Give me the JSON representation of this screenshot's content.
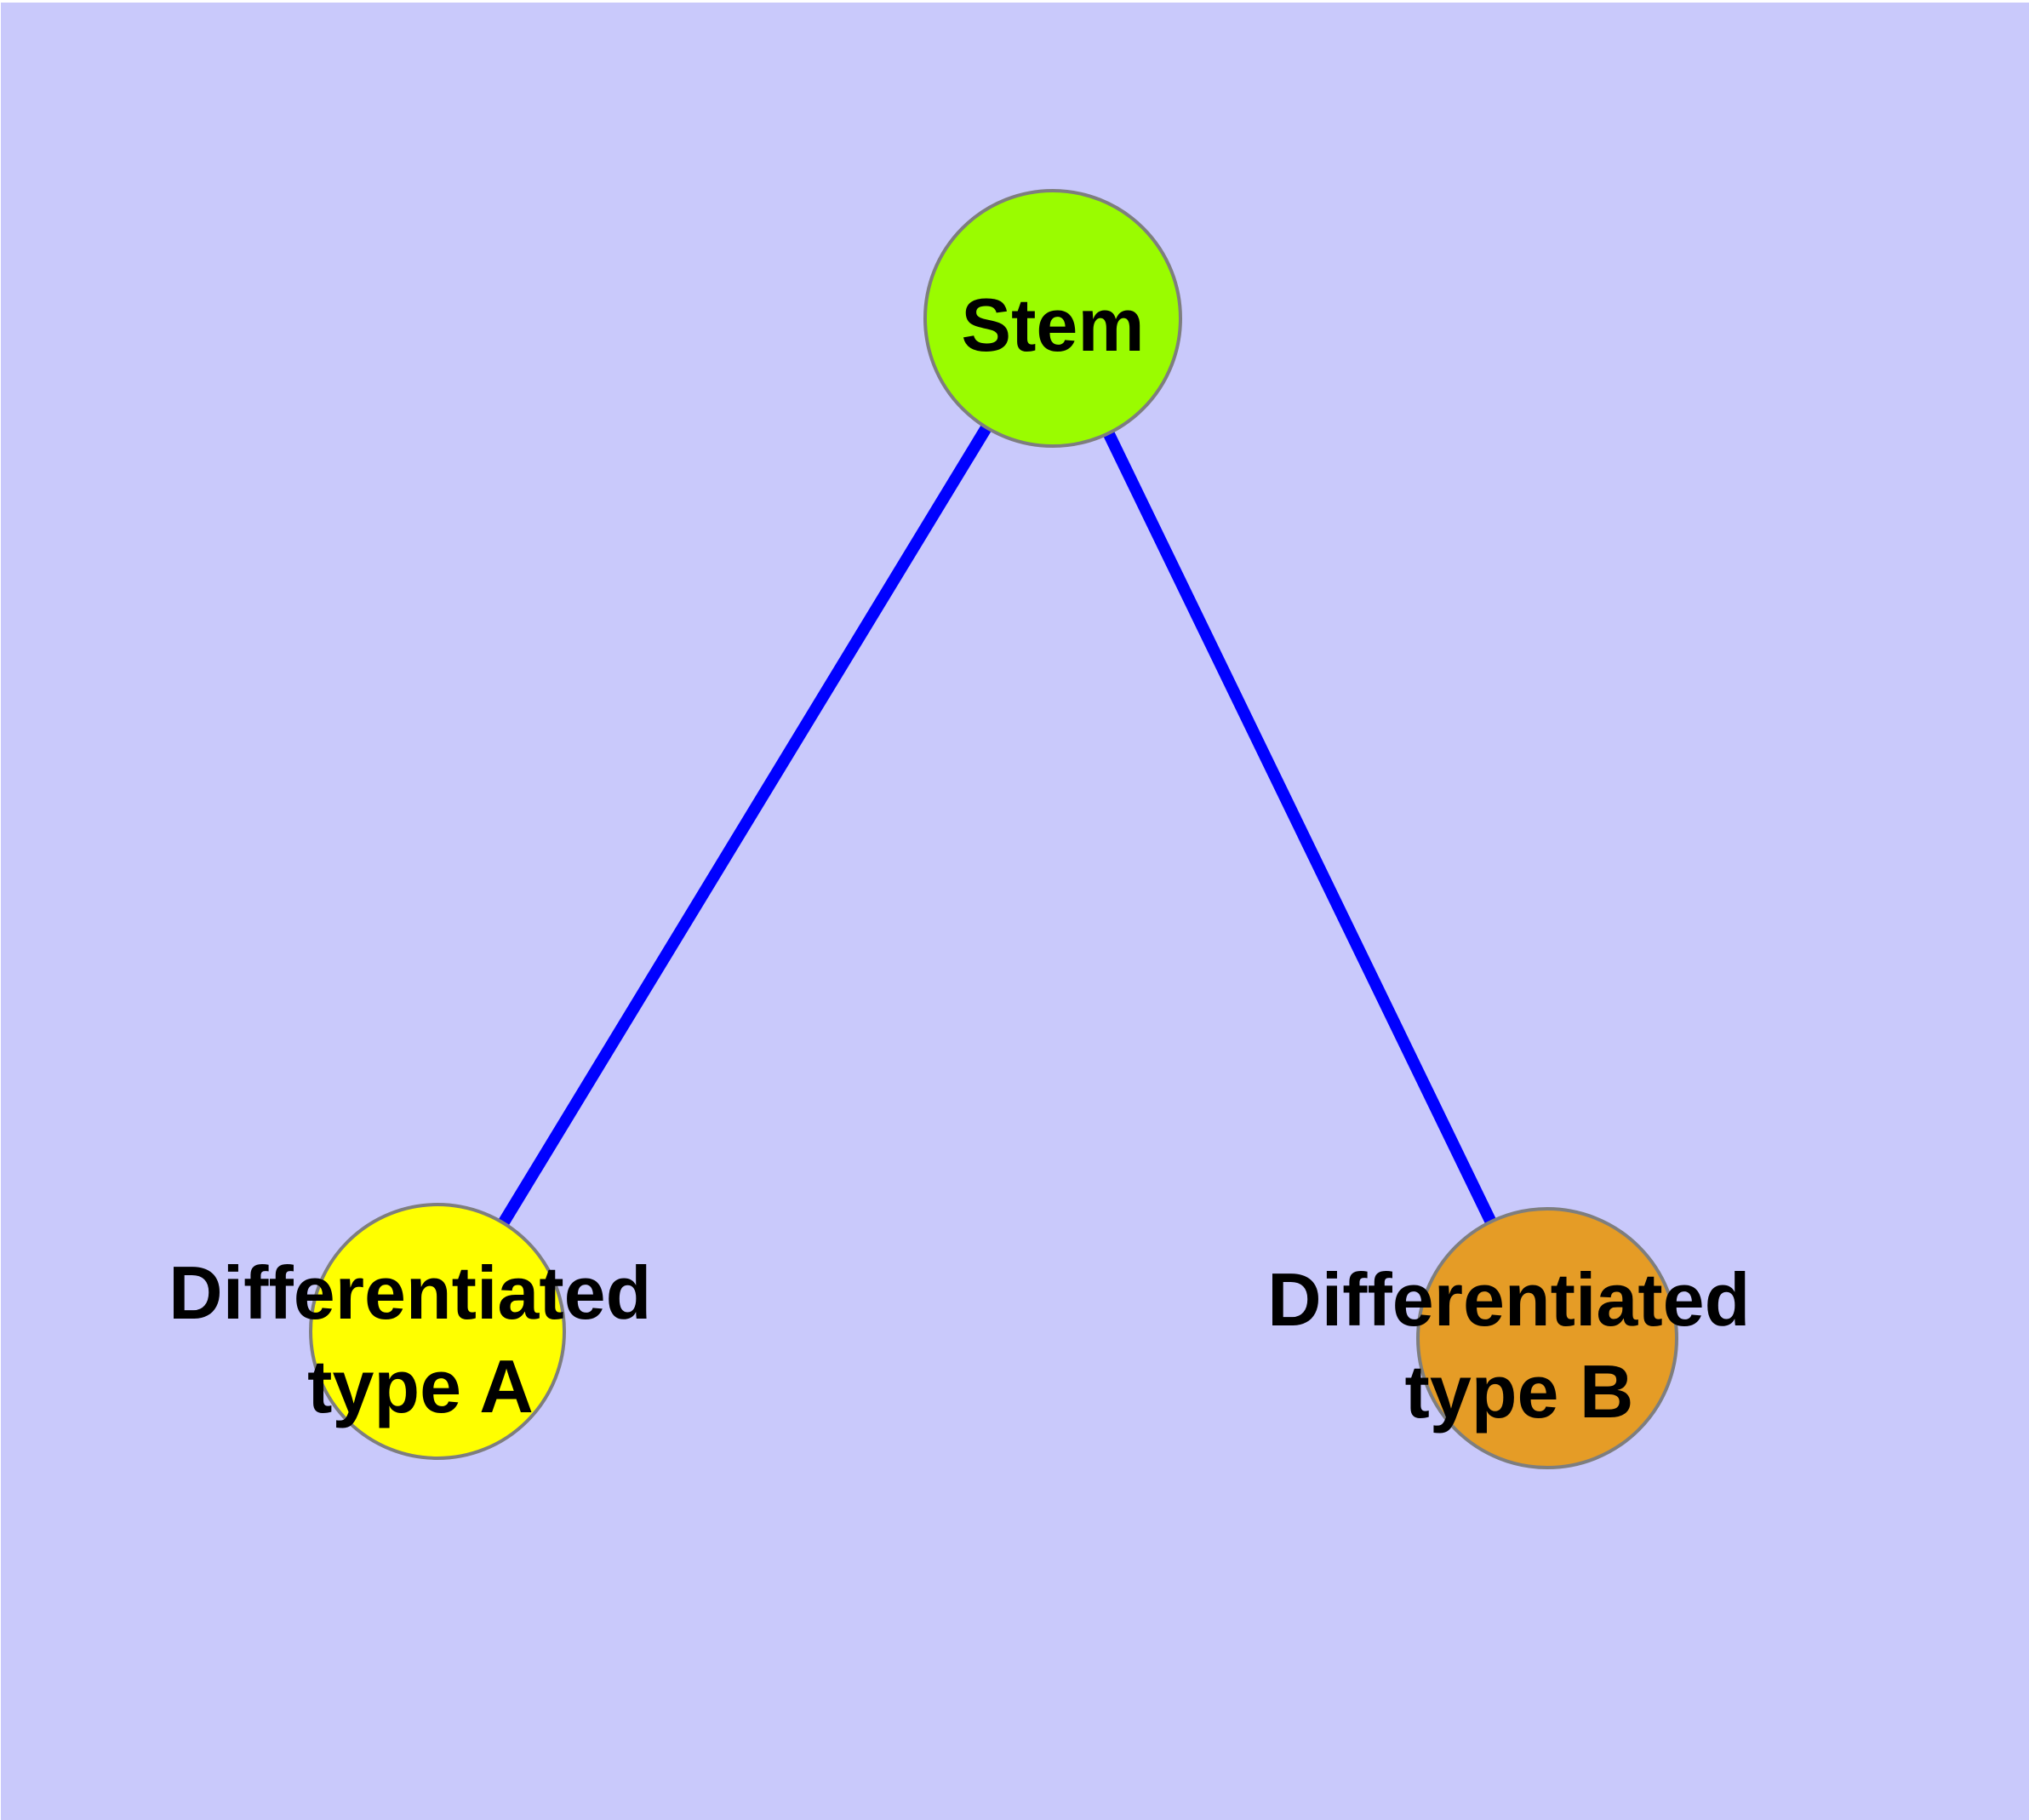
{
  "diagram": {
    "type": "node-link-graph",
    "background_color": "#C9C9FB",
    "page_margin_color": "#FFFFFF",
    "edge_color": "#0000FF",
    "node_border_color": "#7E7E7E",
    "label_color": "#000000",
    "nodes": [
      {
        "id": "stem",
        "label": "Stem",
        "lines": [
          "Stem"
        ],
        "fill": "#9AFC00"
      },
      {
        "id": "differentiated-type-a",
        "label": "Differentiated type A",
        "lines": [
          "Differentiated",
          "type A"
        ],
        "fill": "#FFFF00"
      },
      {
        "id": "differentiated-type-b",
        "label": "Differentiated type B",
        "lines": [
          "Differentiated",
          "type B"
        ],
        "fill": "#E59C26"
      }
    ],
    "edges": [
      {
        "source": "Stem",
        "target": "Differentiated type A"
      },
      {
        "source": "Stem",
        "target": "Differentiated type B"
      }
    ]
  }
}
